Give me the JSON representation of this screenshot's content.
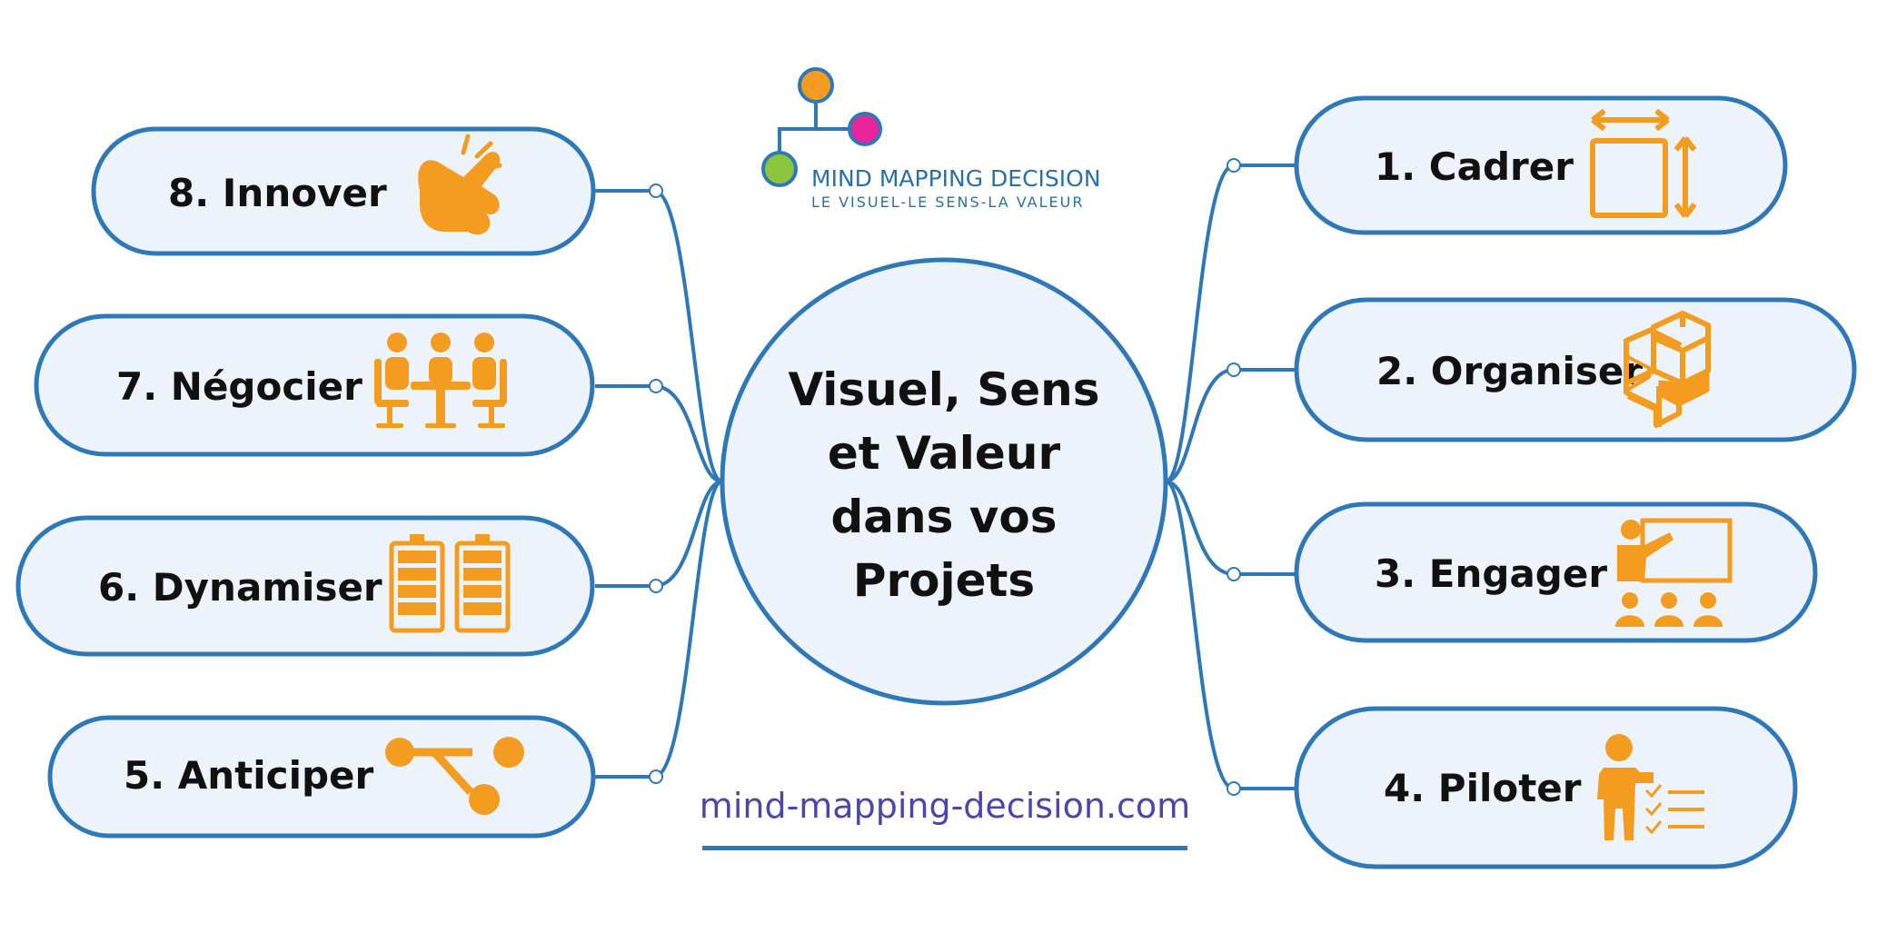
{
  "center": {
    "lines": [
      "Visuel, Sens",
      "et Valeur",
      "dans vos",
      "Projets"
    ]
  },
  "logo": {
    "title": "MIND MAPPING DECISION",
    "subtitle": "LE VISUEL-LE SENS-LA VALEUR"
  },
  "website": "mind-mapping-decision.com",
  "branches": {
    "b1": {
      "label": "1. Cadrer",
      "icon": "frame-resize-icon"
    },
    "b2": {
      "label": "2. Organiser",
      "icon": "stacked-blocks-icon"
    },
    "b3": {
      "label": "3. Engager",
      "icon": "presentation-audience-icon"
    },
    "b4": {
      "label": "4. Piloter",
      "icon": "person-checklist-icon"
    },
    "b5": {
      "label": "5. Anticiper",
      "icon": "branching-path-icon"
    },
    "b6": {
      "label": "6. Dynamiser",
      "icon": "battery-levels-icon"
    },
    "b7": {
      "label": "7. Négocier",
      "icon": "meeting-table-icon"
    },
    "b8": {
      "label": "8. Innover",
      "icon": "finger-snap-icon"
    }
  },
  "colors": {
    "line": "#2f78b7",
    "pill_fill": "#ecf3fb",
    "icon": "#f39c1f",
    "logo_orange": "#f39c1f",
    "logo_magenta": "#e8259a",
    "logo_green": "#8cc63f",
    "url": "#4a46ad"
  }
}
